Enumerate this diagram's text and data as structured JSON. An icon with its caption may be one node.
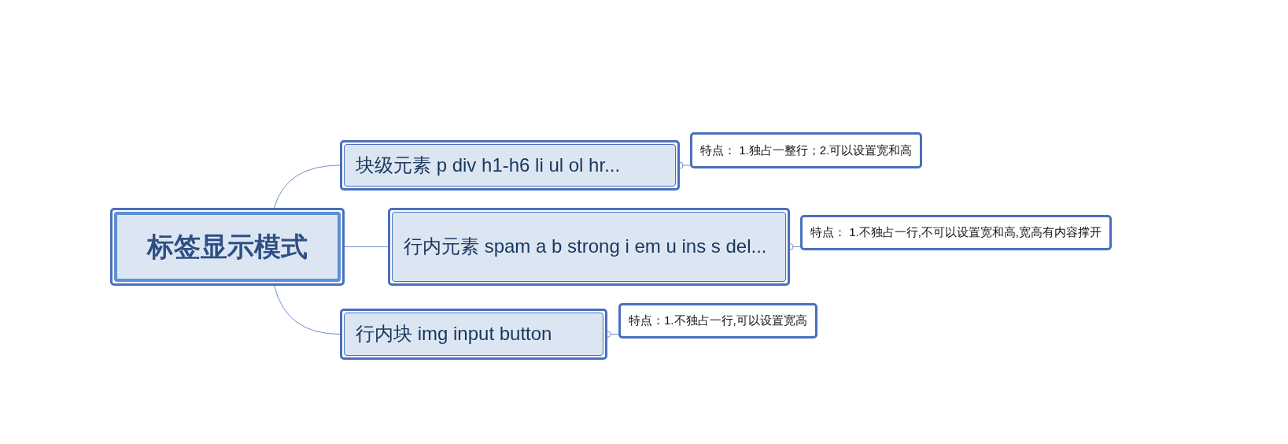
{
  "diagram": {
    "nodes": [
      {
        "text": [
          "标签显示模式"
        ]
      },
      {
        "text": [
          "块级元素 p div h1-h6 li ul ol hr..."
        ]
      },
      {
        "text": [
          "行内元素 spam a b strong i em u ins s del..."
        ]
      },
      {
        "text": [
          "行内块 img input button"
        ]
      },
      {
        "text": [
          "特点：  1.独占一整行；2.可以设置宽和高"
        ]
      },
      {
        "text": [
          "特点：  1.不独占一行,不可以设置宽和高,宽高有内容撑开"
        ]
      },
      {
        "text": [
          "特点：1.不独占一行,可以设置宽高"
        ]
      }
    ],
    "edges": [
      {
        "from": 0,
        "to": 1,
        "arrow": "none"
      },
      {
        "from": 0,
        "to": 2,
        "arrow": "none"
      },
      {
        "from": 0,
        "to": 3,
        "arrow": "none"
      },
      {
        "from": 1,
        "to": 4,
        "arrow": "other"
      },
      {
        "from": 2,
        "to": 5,
        "arrow": "other"
      },
      {
        "from": 3,
        "to": 6,
        "arrow": "other"
      }
    ]
  }
}
